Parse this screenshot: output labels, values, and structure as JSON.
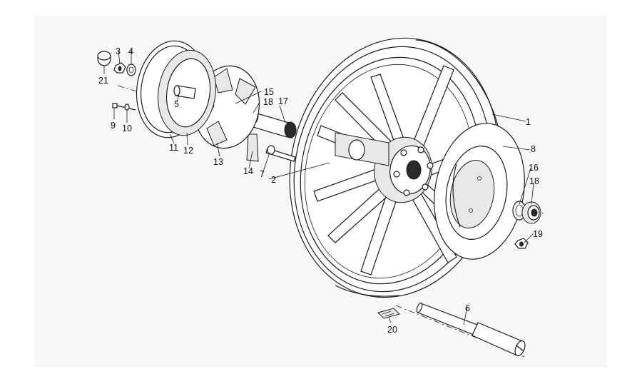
{
  "diagram": {
    "callouts": [
      {
        "id": "p1",
        "text": "1"
      },
      {
        "id": "p2",
        "text": "2"
      },
      {
        "id": "p3",
        "text": "3"
      },
      {
        "id": "p4",
        "text": "4"
      },
      {
        "id": "p5",
        "text": "5"
      },
      {
        "id": "p6",
        "text": "6"
      },
      {
        "id": "p7",
        "text": "7"
      },
      {
        "id": "p8",
        "text": "8"
      },
      {
        "id": "p9",
        "text": "9"
      },
      {
        "id": "p10",
        "text": "10"
      },
      {
        "id": "p11",
        "text": "11"
      },
      {
        "id": "p12",
        "text": "12"
      },
      {
        "id": "p13",
        "text": "13"
      },
      {
        "id": "p14",
        "text": "14"
      },
      {
        "id": "p15",
        "text": "15"
      },
      {
        "id": "p16",
        "text": "16"
      },
      {
        "id": "p17",
        "text": "17"
      },
      {
        "id": "p18a",
        "text": "18"
      },
      {
        "id": "p18b",
        "text": "18"
      },
      {
        "id": "p19",
        "text": "19"
      },
      {
        "id": "p20",
        "text": "20"
      },
      {
        "id": "p21",
        "text": "21"
      }
    ],
    "parts": [
      "wheel-rim",
      "spacer-2",
      "nut-3",
      "washer-4",
      "spacer-5",
      "wheel-axle",
      "bolt-7",
      "brake-disc",
      "bolt-9",
      "washer-10",
      "brake-drum",
      "brake-lining",
      "cush-drive-plate",
      "rubber-damper",
      "oil-seal",
      "oil-seal-16",
      "spacer-17",
      "bearing-left",
      "bearing-right",
      "nut-19",
      "clip-20",
      "cap-21"
    ]
  }
}
